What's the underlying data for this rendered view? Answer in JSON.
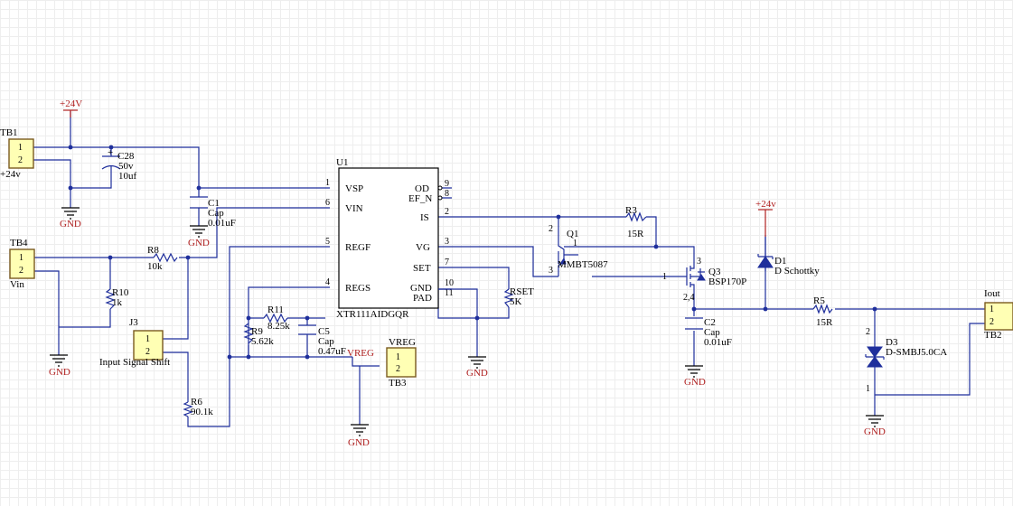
{
  "u1": {
    "ref": "U1",
    "part": "XTR111AIDGQR",
    "pins_left": [
      {
        "name": "VSP",
        "num": "1"
      },
      {
        "name": "VIN",
        "num": "6"
      },
      {
        "name": "REGF",
        "num": "5"
      },
      {
        "name": "REGS",
        "num": "4"
      }
    ],
    "pins_right": [
      {
        "name": "OD",
        "num": "9"
      },
      {
        "name": "EF_N",
        "num": "8"
      },
      {
        "name": "IS",
        "num": "2"
      },
      {
        "name": "VG",
        "num": "3"
      },
      {
        "name": "SET",
        "num": "7"
      },
      {
        "name": "GND",
        "num": "10"
      },
      {
        "name": "PAD",
        "num": "11"
      }
    ]
  },
  "terminals": {
    "tb1": {
      "ref": "TB1",
      "label": "+24v",
      "pin1": "1",
      "pin2": "2"
    },
    "tb4": {
      "ref": "TB4",
      "label": "Vin",
      "pin1": "1",
      "pin2": "2"
    },
    "j3": {
      "ref": "J3",
      "label": "Input Signal Shift",
      "pin1": "1",
      "pin2": "2"
    },
    "tb3": {
      "ref": "TB3",
      "label": "VREG",
      "pin1": "1",
      "pin2": "2"
    },
    "tb2": {
      "ref": "TB2",
      "label": "Iout",
      "pin1": "1",
      "pin2": "2"
    }
  },
  "components": {
    "c28": {
      "ref": "C28",
      "v1": "50v",
      "v2": "10uf",
      "plus": "+"
    },
    "c1": {
      "ref": "C1",
      "v1": "Cap",
      "v2": "0.01uF"
    },
    "c5": {
      "ref": "C5",
      "v1": "Cap",
      "v2": "0.47uF"
    },
    "c2": {
      "ref": "C2",
      "v1": "Cap",
      "v2": "0.01uF"
    },
    "r8": {
      "ref": "R8",
      "value": "10k"
    },
    "r10": {
      "ref": "R10",
      "value": "1k"
    },
    "r11": {
      "ref": "R11",
      "value": "8.25k"
    },
    "r9": {
      "ref": "R9",
      "value": "5.62k"
    },
    "r6": {
      "ref": "R6",
      "value": "90.1k"
    },
    "r3": {
      "ref": "R3",
      "value": "15R"
    },
    "rset": {
      "ref": "RSET",
      "value": "5K"
    },
    "r5": {
      "ref": "R5",
      "value": "15R"
    },
    "q1": {
      "ref": "Q1",
      "part": "MMBT5087",
      "p1": "1",
      "p2": "2",
      "p3": "3"
    },
    "q3": {
      "ref": "Q3",
      "part": "BSP170P",
      "p1": "1",
      "p3": "3",
      "p24": "2,4"
    },
    "d1": {
      "ref": "D1",
      "part": "D Schottky"
    },
    "d3": {
      "ref": "D3",
      "part": "D-SMBJ5.0CA",
      "p2": "2",
      "p1": "1"
    }
  },
  "power": {
    "p24v_upper": "+24V",
    "p24v_lower": "+24v",
    "gnd": "GND",
    "vreg_net": "VREG"
  }
}
